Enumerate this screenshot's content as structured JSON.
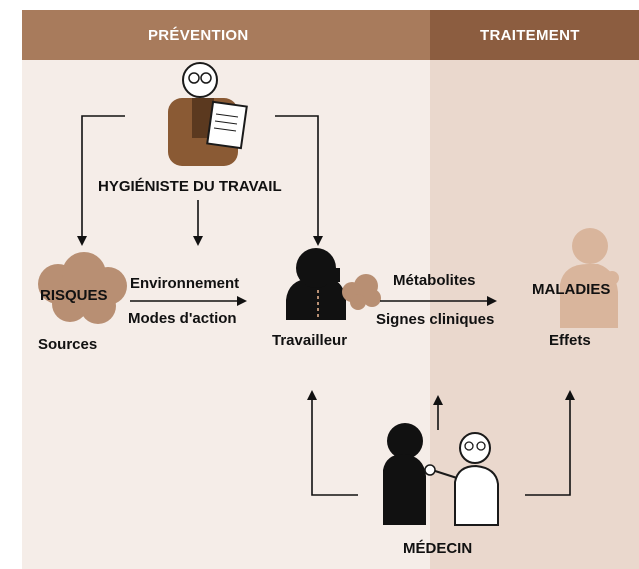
{
  "header": {
    "prevention": "PRÉVENTION",
    "traitement": "TRAITEMENT"
  },
  "labels": {
    "hygieniste": "HYGIÉNISTE DU TRAVAIL",
    "risques": "RISQUES",
    "sources": "Sources",
    "environnement": "Environnement",
    "modes_action": "Modes d'action",
    "travailleur": "Travailleur",
    "metabolites": "Métabolites",
    "signes_cliniques": "Signes cliniques",
    "maladies": "MALADIES",
    "effets": "Effets",
    "medecin": "MÉDECIN"
  },
  "colors": {
    "prevention_band": "#a87b5c",
    "traitement_band": "#8c5d40",
    "prevention_bg": "#f5ede8",
    "traitement_bg": "#ead8cd",
    "figure_brown": "#8a5a34",
    "cloud": "#b88f73",
    "faded_figure": "#d9b59c"
  },
  "icons": [
    "hygienist-figure-icon",
    "risk-cloud-icon",
    "worker-figure-icon",
    "exhaled-cloud-icon",
    "sick-figure-icon",
    "patient-figure-icon",
    "doctor-figure-icon"
  ]
}
